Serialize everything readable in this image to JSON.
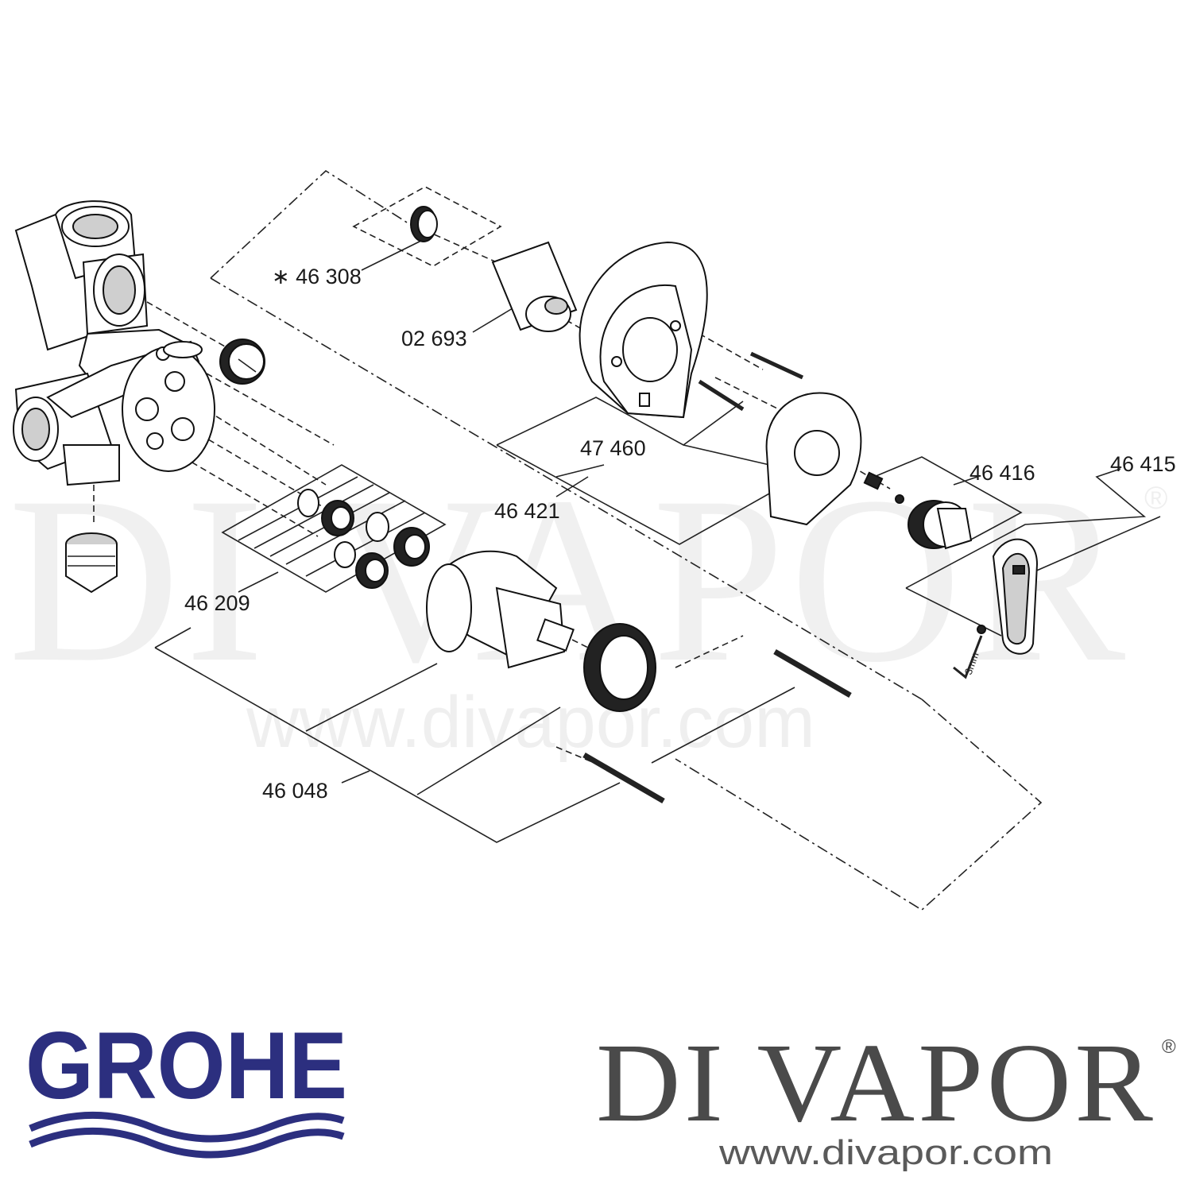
{
  "watermark": {
    "brand": "DI VAPOR",
    "registered": "®",
    "url": "www.divapor.com"
  },
  "parts": {
    "p46308": "∗ 46 308",
    "p02693": "02 693",
    "p47460": "47 460",
    "p46421": "46 421",
    "p46416": "46 416",
    "p46415": "46 415",
    "p46209": "46 209",
    "p46048": "46 048",
    "wrench_size": "3mm"
  },
  "logos": {
    "grohe": "GROHE",
    "divapor": "DI VAPOR",
    "divapor_registered": "®",
    "divapor_url": "www.divapor.com"
  },
  "colors": {
    "grohe_blue": "#2c2f7f",
    "divapor_grey": "#4a4a4a"
  }
}
